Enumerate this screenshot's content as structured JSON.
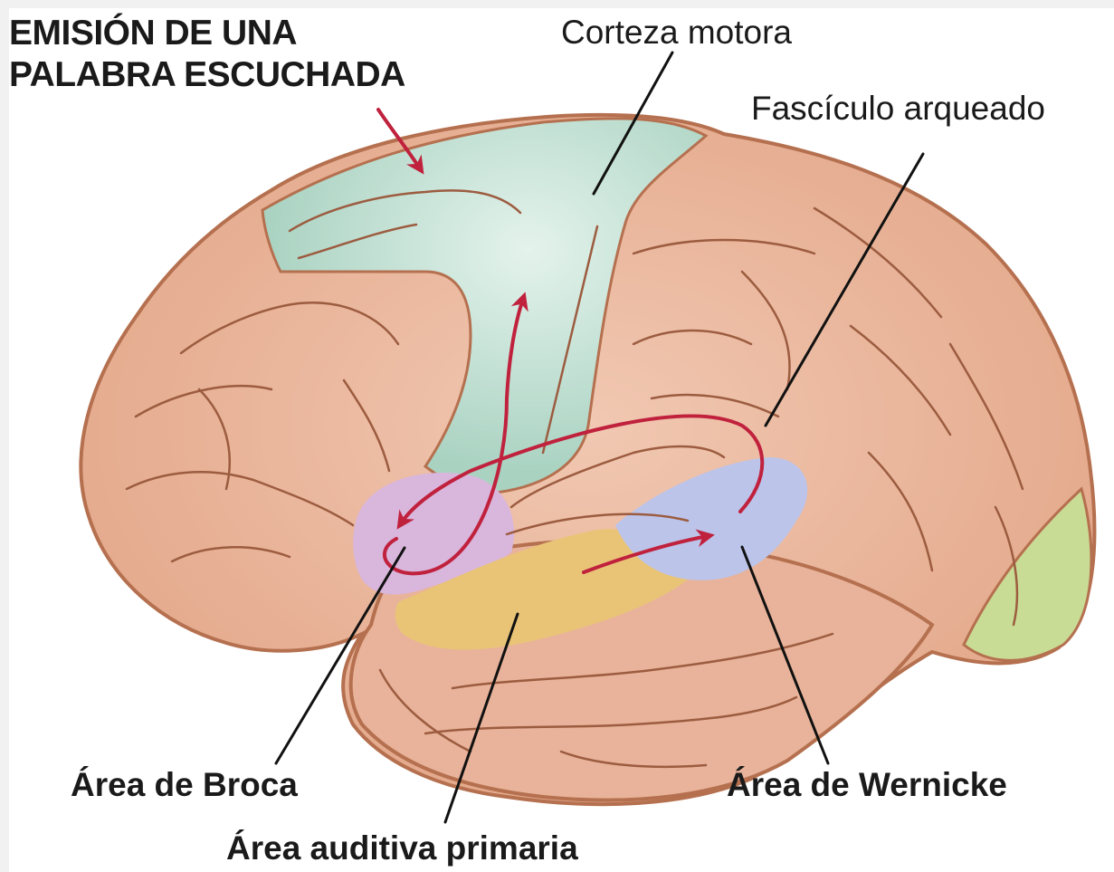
{
  "title": {
    "line1": "EMISIÓN DE UNA",
    "line2": "PALABRA ESCUCHADA"
  },
  "labels": {
    "motor_cortex": "Corteza motora",
    "arcuate_fasciculus": "Fascículo arqueado",
    "broca": "Área de Broca",
    "wernicke": "Área de Wernicke",
    "primary_auditory": "Área auditiva primaria"
  },
  "colors": {
    "brain_tissue": "#e8b39a",
    "brain_outline": "#b5704f",
    "sulcus": "#9c5c40",
    "motor_cortex": "#b8dccd",
    "broca_area": "#d9b6dc",
    "auditory_area": "#e9c477",
    "wernicke_area": "#bcc4ea",
    "visual_area": "#c9dc95",
    "pathway_arrow": "#c0213d",
    "leader_line": "#111111"
  }
}
